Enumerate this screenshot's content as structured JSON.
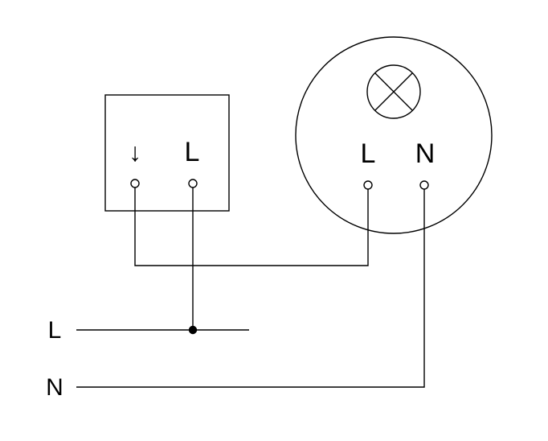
{
  "diagram": {
    "switch": {
      "arrow_label": "↓",
      "load_label": "L"
    },
    "luminaire": {
      "live_label": "L",
      "neutral_label": "N"
    },
    "supply": {
      "live_label": "L",
      "neutral_label": "N"
    },
    "icons": {
      "lamp": "circle-with-diagonal-cross"
    }
  },
  "colors": {
    "line": "#000000",
    "background": "#ffffff"
  }
}
